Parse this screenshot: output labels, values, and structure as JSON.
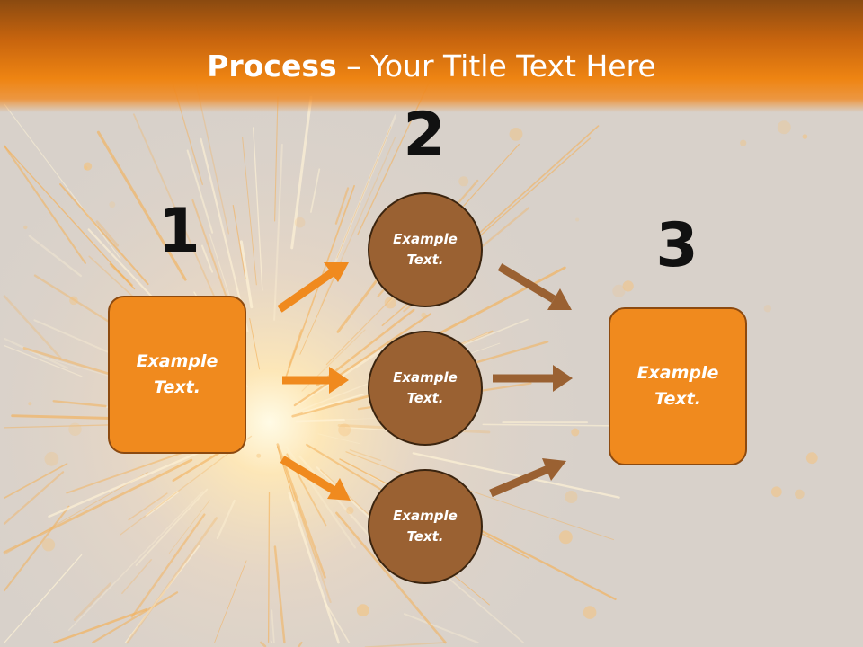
{
  "slide": {
    "title_bold": "Process",
    "title_rest": " – Your Title Text Here",
    "numbers": [
      "1",
      "2",
      "3"
    ],
    "left_box": "Example\nText.",
    "right_box": "Example\nText.",
    "circles": [
      "Example\nText.",
      "Example\nText.",
      "Example\nText."
    ]
  },
  "colors": {
    "title_bar": "#ee8412",
    "box_fill": "#f08a1e",
    "circle_fill": "#9a6132",
    "arrow_left": "#f08a1e",
    "arrow_right": "#9a6132"
  }
}
